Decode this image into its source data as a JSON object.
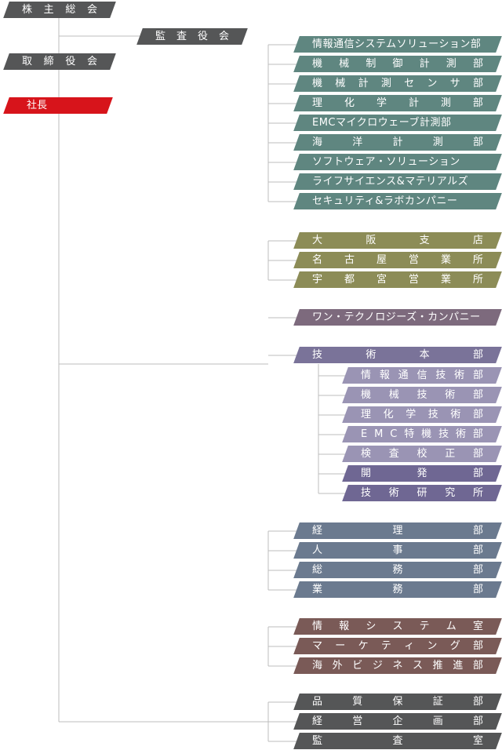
{
  "top": [
    {
      "id": "shareholders",
      "label": "株主総会",
      "name": "shareholders-meeting-box",
      "cls": "c-top"
    },
    {
      "id": "auditors",
      "label": "監査役会",
      "name": "audit-board-box",
      "cls": "c-top"
    },
    {
      "id": "board",
      "label": "取締役会",
      "name": "board-of-directors-box",
      "cls": "c-top"
    },
    {
      "id": "president",
      "label": "社長",
      "name": "president-box",
      "cls": "c-red"
    }
  ],
  "groups": [
    {
      "name": "business-divisions",
      "cls": "c-teal",
      "items": [
        "情報通信システムソリューション部",
        "機械制御計測部",
        "機械計測センサ部",
        "理化学計測部",
        "EMCマイクロウェーブ計測部",
        "海洋計測部",
        "ソフトウェア・ソリューション",
        "ライフサイエンス&マテリアルズ",
        "セキュリティ&ラボカンパニー"
      ]
    },
    {
      "name": "branches",
      "cls": "c-olive",
      "items": [
        "大阪支店",
        "名古屋営業所",
        "宇都宮営業所"
      ]
    },
    {
      "name": "company",
      "cls": "c-mauve",
      "items": [
        "ワン・テクノロジーズ・カンパニー"
      ]
    },
    {
      "name": "technology-hq",
      "cls": "c-tech",
      "items": [
        "技術本部"
      ]
    },
    {
      "name": "admin",
      "cls": "c-slate",
      "items": [
        "経理部",
        "人事部",
        "総務部",
        "業務部"
      ]
    },
    {
      "name": "marketing",
      "cls": "c-brown",
      "items": [
        "情報システム室",
        "マーケティング部",
        "海外ビジネス推進部"
      ]
    },
    {
      "name": "corporate",
      "cls": "c-dark",
      "items": [
        "品質保証部",
        "経営企画部",
        "監査室"
      ]
    }
  ],
  "tech_subs": [
    {
      "label": "情報通信技術部",
      "cls": "c-techs"
    },
    {
      "label": "機械技術部",
      "cls": "c-techs"
    },
    {
      "label": "理化学技術部",
      "cls": "c-techs"
    },
    {
      "label": "EMC特機技術部",
      "cls": "c-techs"
    },
    {
      "label": "検査校正部",
      "cls": "c-techs"
    },
    {
      "label": "開発部",
      "cls": "c-techd"
    },
    {
      "label": "技術研究所",
      "cls": "c-techd"
    }
  ]
}
